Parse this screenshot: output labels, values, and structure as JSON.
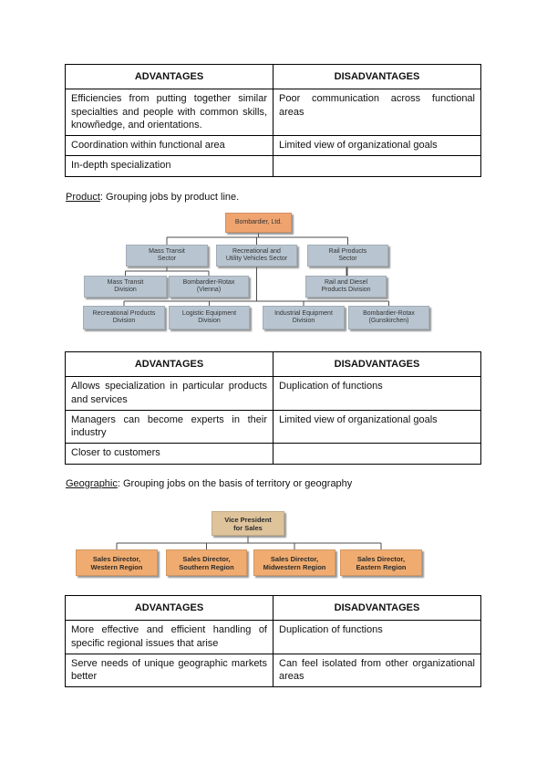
{
  "colors": {
    "root_orange": "#EFA470",
    "node_blue": "#B8C5D1",
    "vp_tan": "#DEC39B",
    "sales_orange": "#F0AC70",
    "line": "#4d4d4d",
    "table_border": "#000000"
  },
  "sections": [
    {
      "term": "Product",
      "desc": ": Grouping jobs by product line."
    },
    {
      "term": "Geographic",
      "desc": ": Grouping jobs on the basis of territory or geography"
    }
  ],
  "tables": [
    {
      "headers": [
        "ADVANTAGES",
        "DISADVANTAGES"
      ],
      "rows": [
        [
          "Efficiencies from putting together similar specialties and people with common skills, knowñedge, and orientations.",
          "Poor communication across functional areas"
        ],
        [
          "Coordination within functional area",
          "Limited view of organizational goals"
        ],
        [
          "In-depth specialization",
          ""
        ]
      ]
    },
    {
      "headers": [
        "ADVANTAGES",
        "DISADVANTAGES"
      ],
      "rows": [
        [
          "Allows specialization in particular products and services",
          "Duplication of functions"
        ],
        [
          "Managers can become experts in their industry",
          "Limited view of organizational goals"
        ],
        [
          "Closer to customers",
          ""
        ]
      ]
    },
    {
      "headers": [
        "ADVANTAGES",
        "DISADVANTAGES"
      ],
      "rows": [
        [
          "More effective and efficient handling of specific regional issues that arise",
          "Duplication of functions"
        ],
        [
          "Serve needs of unique geographic markets better",
          "Can feel isolated from other organizational areas"
        ]
      ]
    }
  ],
  "product_chart": {
    "root": "Bombardier, Ltd.",
    "nodes": {
      "mts": "Mass Transit\nSector",
      "ruvs": "Recreational and\nUtility Vehicles Sector",
      "rps": "Rail Products\nSector",
      "mtd": "Mass Transit\nDivision",
      "brv": "Bombardier-Rotax\n(Vienna)",
      "rdpd": "Rail and Diesel\nProducts Division",
      "rpd": "Recreational Products\nDivision",
      "led": "Logistic Equipment\nDivision",
      "ied": "Industrial Equipment\nDivision",
      "brg": "Bombardier-Rotax\n(Gunskirchen)"
    }
  },
  "geo_chart": {
    "root": "Vice President\nfor Sales",
    "nodes": {
      "western": "Sales Director,\nWestern Region",
      "southern": "Sales Director,\nSouthern Region",
      "midwestern": "Sales Director,\nMidwestern Region",
      "eastern": "Sales Director,\nEastern Region"
    }
  }
}
